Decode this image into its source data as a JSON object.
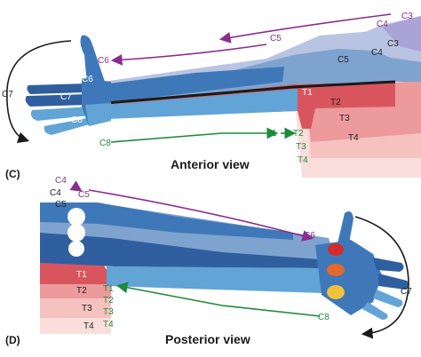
{
  "panel_c": {
    "letter": "(C)",
    "view_title": "Anterior view",
    "arrow_purple": {
      "c3": "C3",
      "c4": "C4",
      "c5": "C5",
      "c6": "C6"
    },
    "arrow_black": {
      "c7": "C7"
    },
    "arrow_green": {
      "c8": "C8",
      "t1": "T1",
      "t2": "T2",
      "t3": "T3",
      "t4": "T4"
    },
    "zones": {
      "c3": "C3",
      "c4": "C4",
      "c5": "C5",
      "c6": "C6",
      "c7": "C7",
      "c8": "C8",
      "t1": "T1",
      "t2": "T2",
      "t3": "T3",
      "t4": "T4"
    }
  },
  "panel_d": {
    "letter": "(D)",
    "view_title": "Posterior view",
    "arrow_purple": {
      "c4": "C4",
      "c5": "C5",
      "c6": "C6"
    },
    "arrow_black": {
      "c7": "C7"
    },
    "arrow_green": {
      "c8": "C8",
      "t1": "T1",
      "t2": "T2",
      "t3": "T3",
      "t4": "T4"
    },
    "zones": {
      "c4": "C4",
      "c5": "C5",
      "t1": "T1",
      "t2": "T2",
      "t3": "T3",
      "t4": "T4"
    }
  },
  "colors": {
    "c3": "#a9a3d6",
    "c4": "#b9c3e2",
    "c5": "#7fa3cf",
    "c6": "#3f78b8",
    "c7": "#2f5f9e",
    "c8": "#62a4d6",
    "t1": "#d9555d",
    "t2": "#ec9a9c",
    "t3": "#f5c2bf",
    "t4": "#fadedb",
    "purple_arrow": "#8a2d8e",
    "green_arrow": "#1f8a3a",
    "black_arrow": "#1a1a1a"
  }
}
